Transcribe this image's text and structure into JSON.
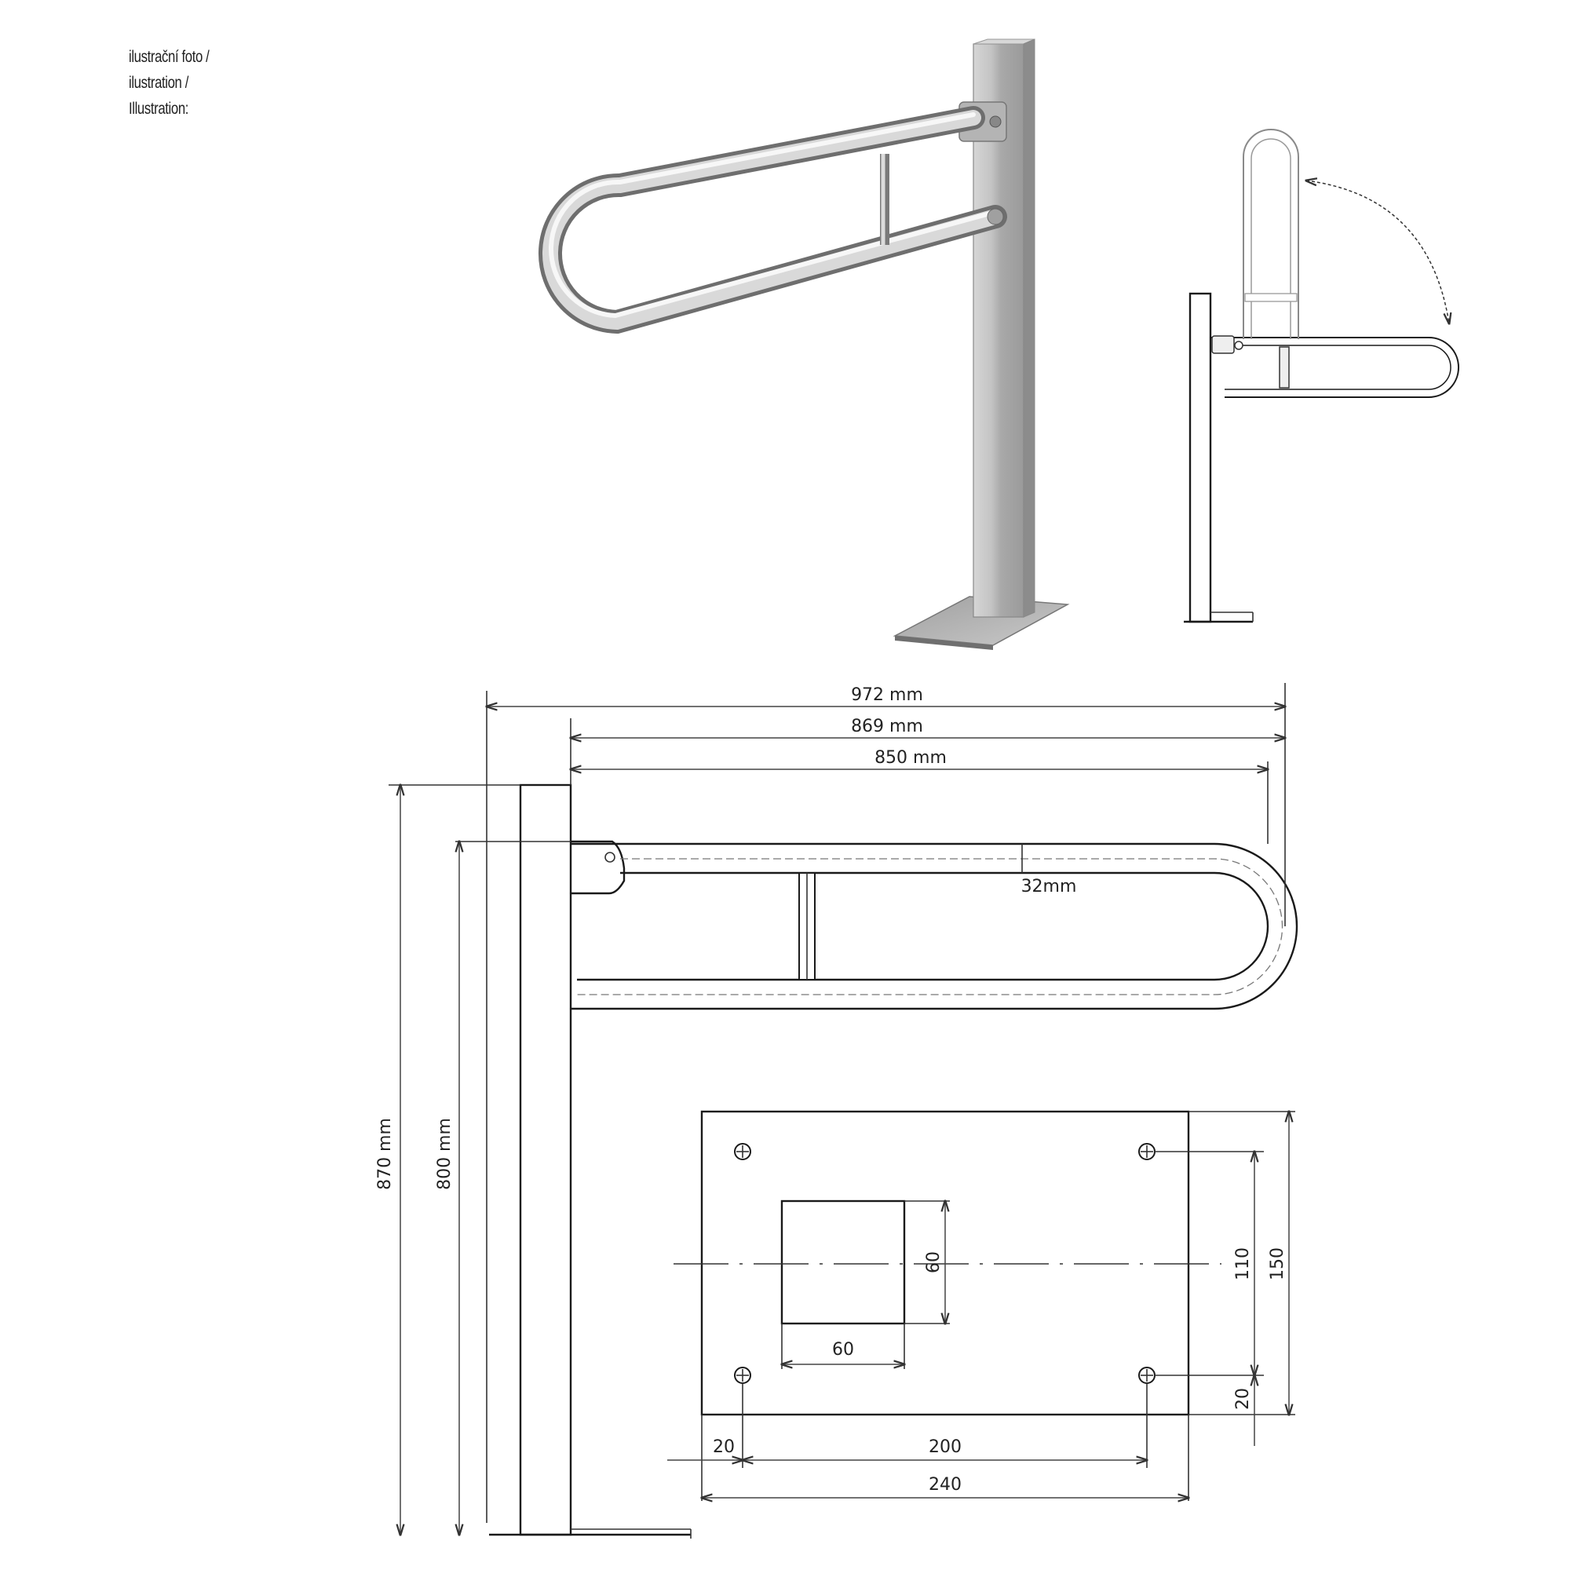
{
  "caption": {
    "line1": "ilustrační foto /",
    "line2": "ilustration /",
    "line3": "Illustration:"
  },
  "dimensions": {
    "overall_width": "972 mm",
    "rail_length": "869 mm",
    "rail_span": "850 mm",
    "tube_diameter": "32mm",
    "total_height": "870 mm",
    "rail_height": "800 mm"
  },
  "base_plate": {
    "width": "240",
    "hole_spacing_x": "200",
    "edge_offset_x": "20",
    "depth": "150",
    "hole_spacing_y": "110",
    "edge_offset_y": "20",
    "post_width": "60",
    "post_depth": "60"
  },
  "colors": {
    "steel_light": "#e8e8e8",
    "steel_mid": "#b8b8b8",
    "steel_dark": "#8a8a8a",
    "line": "#1a1a1a"
  }
}
